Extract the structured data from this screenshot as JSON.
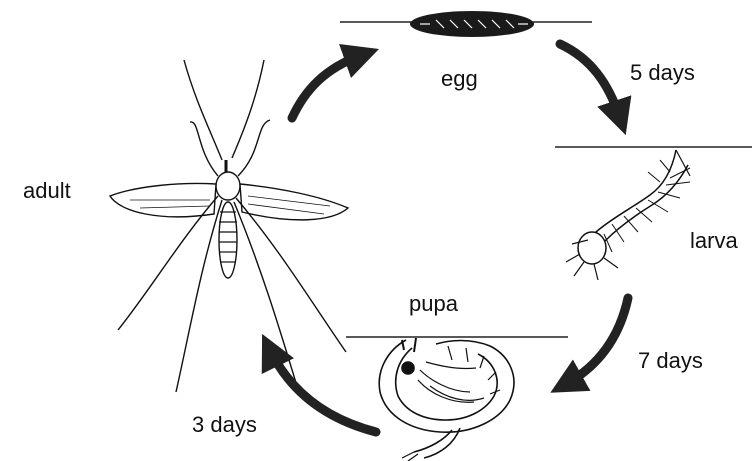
{
  "diagram": {
    "stages": {
      "egg": "egg",
      "larva": "larva",
      "pupa": "pupa",
      "adult": "adult"
    },
    "durations": {
      "egg_to_larva": "5 days",
      "larva_to_pupa": "7 days",
      "pupa_to_adult": "3 days"
    },
    "colors": {
      "ink": "#111111",
      "arrow": "#222222",
      "background": "#ffffff"
    }
  }
}
